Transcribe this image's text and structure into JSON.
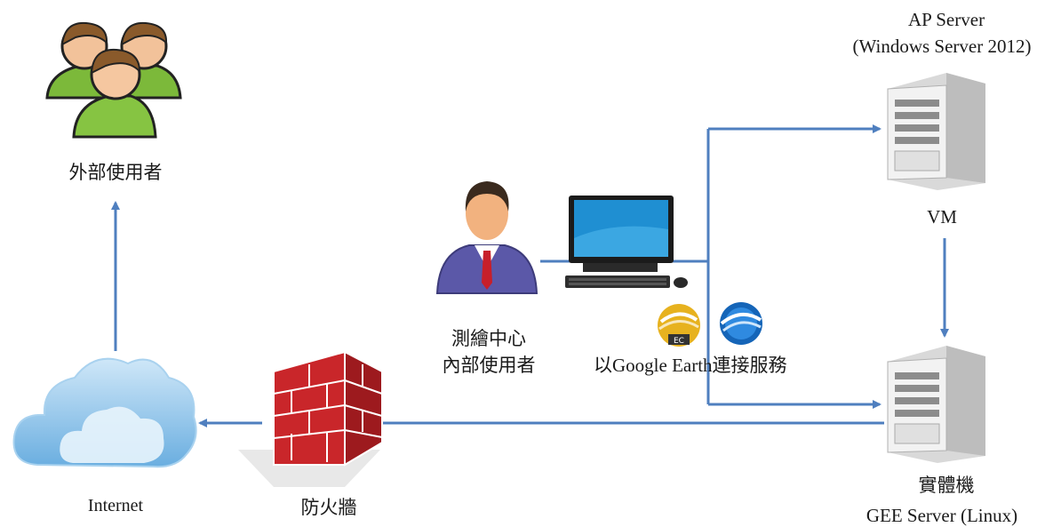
{
  "labels": {
    "external_users": "外部使用者",
    "internet": "Internet",
    "firewall": "防火牆",
    "center_line1": "測繪中心",
    "center_line2": "內部使用者",
    "service": "以Google Earth連接服務",
    "ap_server_line1": "AP Server",
    "ap_server_line2": "(Windows Server 2012)",
    "vm": "VM",
    "physical": "實體機",
    "gee_server": "GEE Server (Linux)",
    "ec_badge": "EC"
  },
  "colors": {
    "arrow": "#4f7fbf",
    "cloud": "#8fc3ea",
    "firewall": "#c9262a",
    "user_shirt": "#7cb93a",
    "server": "#e9e9e9"
  },
  "icons": [
    "users-group-icon",
    "cloud-icon",
    "firewall-icon",
    "business-user-icon",
    "desktop-computer-icon",
    "google-earth-ec-icon",
    "google-earth-icon",
    "ap-server-icon",
    "gee-server-icon"
  ]
}
